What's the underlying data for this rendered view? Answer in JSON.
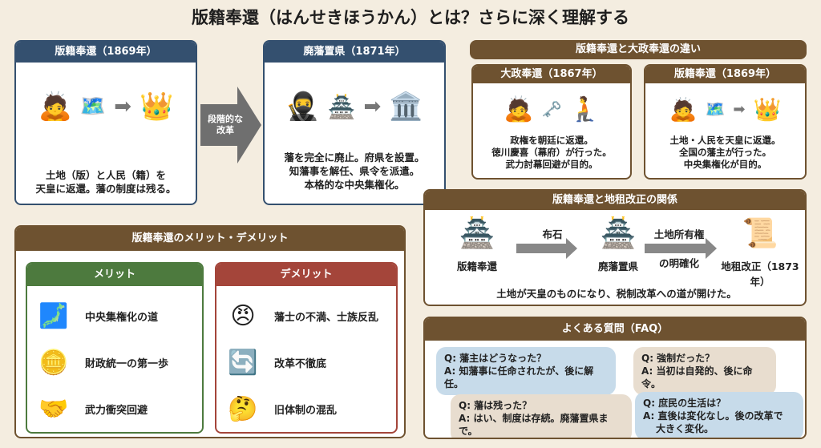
{
  "title": "版籍奉還（はんせきほうかん）とは？さらに深く理解する",
  "hanseki": {
    "header": "版籍奉還（1869年）",
    "text1": "土地（版）と人民（籍）を",
    "text2": "天皇に返還。藩の制度は残る。"
  },
  "transition": {
    "line1": "段階的な",
    "line2": "改革"
  },
  "haihan": {
    "header": "廃藩置県（1871年）",
    "text1": "藩を完全に廃止。府県を設置。",
    "text2": "知藩事を解任、県令を派遣。",
    "text3": "本格的な中央集権化。"
  },
  "difference": {
    "header": "版籍奉還と大政奉還の違い",
    "taisei": {
      "header": "大政奉還（1867年）",
      "lines": [
        "政権を朝廷に返還。",
        "徳川慶喜（幕府）が行った。",
        "武力討幕回避が目的。"
      ]
    },
    "hanseki": {
      "header": "版籍奉還（1869年）",
      "lines": [
        "土地・人民を天皇に返還。",
        "全国の藩主が行った。",
        "中央集権化が目的。"
      ]
    }
  },
  "chiso": {
    "header": "版籍奉還と地租改正の関係",
    "stage1": "版籍奉還",
    "arrow1": "布石",
    "stage2": "廃藩置県",
    "arrow2a": "土地所有権",
    "arrow2b": "の明確化",
    "stage3": "地租改正（1873年）",
    "summary": "土地が天皇のものになり、税制改革への道が開けた。"
  },
  "merits": {
    "header": "版籍奉還のメリット・デメリット",
    "merit": {
      "header": "メリット",
      "items": [
        "中央集権化の道",
        "財政統一の第一歩",
        "武力衝突回避"
      ]
    },
    "demerit": {
      "header": "デメリット",
      "items": [
        "藩士の不満、士族反乱",
        "改革不徹底",
        "旧体制の混乱"
      ]
    }
  },
  "faq": {
    "header": "よくある質問（FAQ）",
    "items": [
      {
        "q": "Q: 藩主はどうなった？",
        "a": "A: 知藩事に任命されたが、後に解任。"
      },
      {
        "q": "Q: 強制だった？",
        "a": "A: 当初は自発的、後に命令。"
      },
      {
        "q": "Q: 藩は残った？",
        "a": "A: はい、制度は存続。廃藩置県まで。"
      },
      {
        "q": "Q: 庶民の生活は？",
        "a": "A: 直後は変化なし。後の改革で",
        "a2": "大きく変化。"
      }
    ]
  },
  "colors": {
    "blue": "#34506f",
    "brown": "#6e5230",
    "green": "#4d7a3e",
    "red": "#a4453a"
  }
}
